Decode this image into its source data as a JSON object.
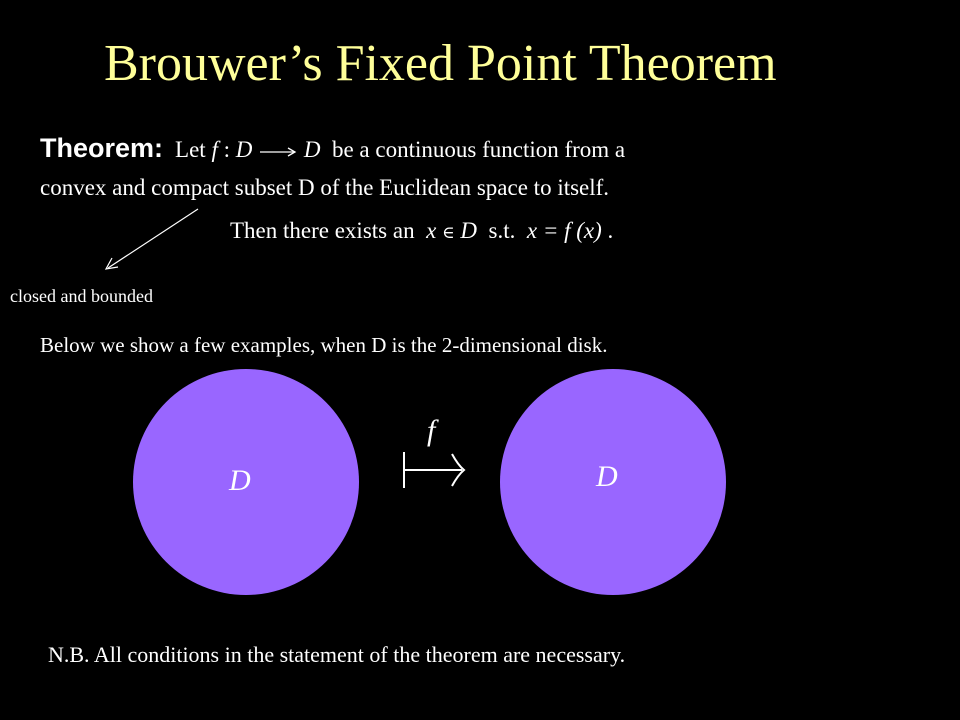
{
  "title": "Brouwer’s Fixed Point Theorem",
  "theorem": {
    "label": "Theorem:",
    "let": "Let",
    "f": "f",
    "colon": " : ",
    "domain": "D",
    "codomain": "D",
    "line1_rest": "be a continuous function from a",
    "line2": "convex and compact subset D of the Euclidean space to itself."
  },
  "conclusion": {
    "prefix": "Then there exists an",
    "x": "x",
    "elem_symbol": "∈",
    "set": "D",
    "st": "s.t.",
    "equation": "x = f (x)",
    "end": "."
  },
  "annotation": {
    "text": "closed and bounded",
    "color": "#ffffff"
  },
  "examples_intro": "Below we show a few examples, when D is the 2-dimensional disk.",
  "diagram": {
    "left_disk_label": "D",
    "right_disk_label": "D",
    "map_label": "f",
    "disk_color": "#9966ff"
  },
  "footnote": "N.B. All conditions in the statement of the theorem are necessary.",
  "colors": {
    "background": "#000000",
    "title": "#ffff99",
    "text": "#ffffff"
  }
}
